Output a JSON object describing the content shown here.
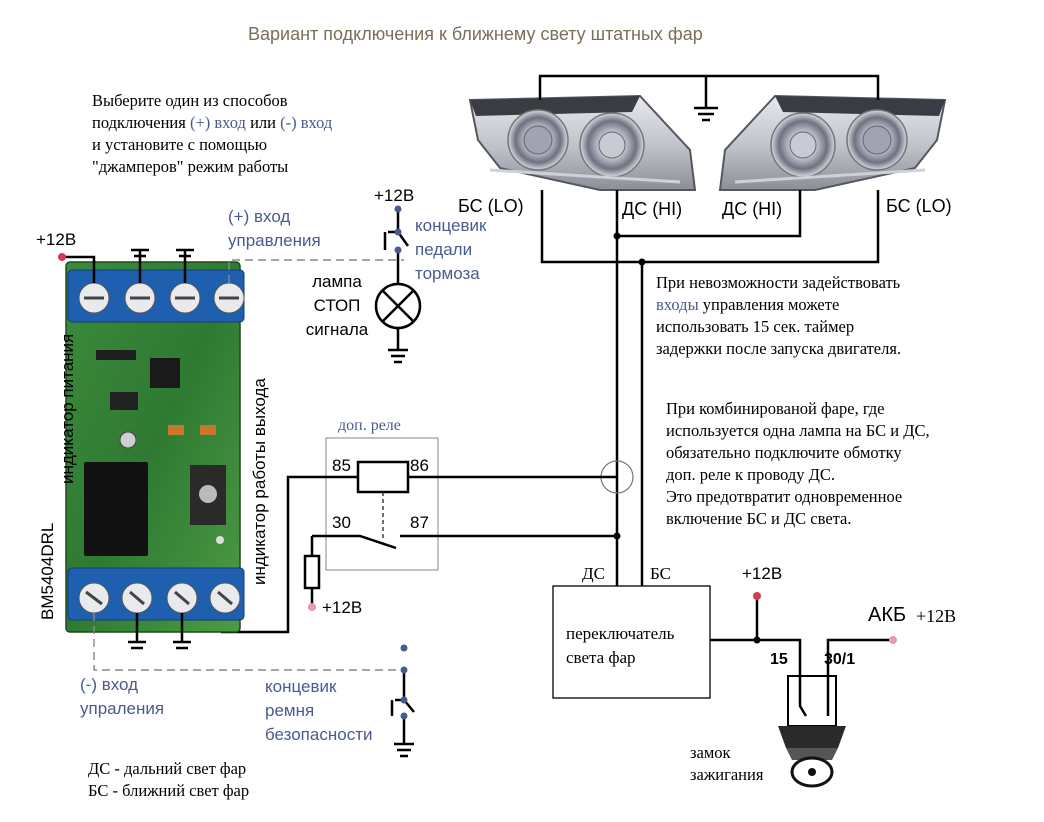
{
  "title": "Вариант подключения к ближнему свету штатных фар",
  "instructions": {
    "line1": "Выберите один из способов",
    "line2_a": "подключения ",
    "line2_plus": "(+) вход",
    "line2_b": " или ",
    "line2_minus": "(-) вход",
    "line3": "и установите с помощью",
    "line4": "\"джамперов\" режим работы"
  },
  "module": {
    "plus12": "+12В",
    "plus_input": [
      "(+) вход",
      "управления"
    ],
    "power_indicator": "индикатор питания",
    "output_indicator": "индикатор работы выхода",
    "model": "BM5404DRL",
    "minus_input": [
      "(-) вход",
      "упраления"
    ]
  },
  "brake": {
    "plus12": "+12В",
    "switch": [
      "концевик",
      "педали",
      "тормоза"
    ],
    "lamp": [
      "лампа",
      "СТОП",
      "сигнала"
    ]
  },
  "headlights": {
    "left_lo": "БС (LO)",
    "left_hi": "ДС (HI)",
    "right_hi": "ДС (HI)",
    "right_lo": "БС (LO)"
  },
  "timer_note": {
    "line1": "При невозможности задействовать",
    "line2_blue": "входы",
    "line2_rest": " управления можете",
    "line3": "использовать 15 сек. таймер",
    "line4": "задержки после запуска двигателя."
  },
  "combined_note": [
    "При комбинированой фаре, где",
    "используется одна лампа на БС и ДС,",
    "обязательно подключите обмотку",
    "доп. реле к проводу ДС.",
    "Это предотвратит одновременное",
    "включение БС и ДС света."
  ],
  "relay": {
    "title": "доп. реле",
    "pin85": "85",
    "pin86": "86",
    "pin30": "30",
    "pin87": "87",
    "fuse_supply": "+12В"
  },
  "light_switch": {
    "label": [
      "переключатель",
      "света фар"
    ],
    "ds": "ДС",
    "bs": "БС"
  },
  "ignition": {
    "plus12": "+12В",
    "battery": "АКБ",
    "battery_volt": "+12В",
    "pin15": "15",
    "pin30_1": "30/1",
    "label": [
      "замок",
      "зажигания"
    ]
  },
  "seatbelt": {
    "switch": [
      "концевик",
      "ремня",
      "безопасности"
    ]
  },
  "legend": [
    "ДС - дальний свет фар",
    "БС - ближний свет фар"
  ]
}
